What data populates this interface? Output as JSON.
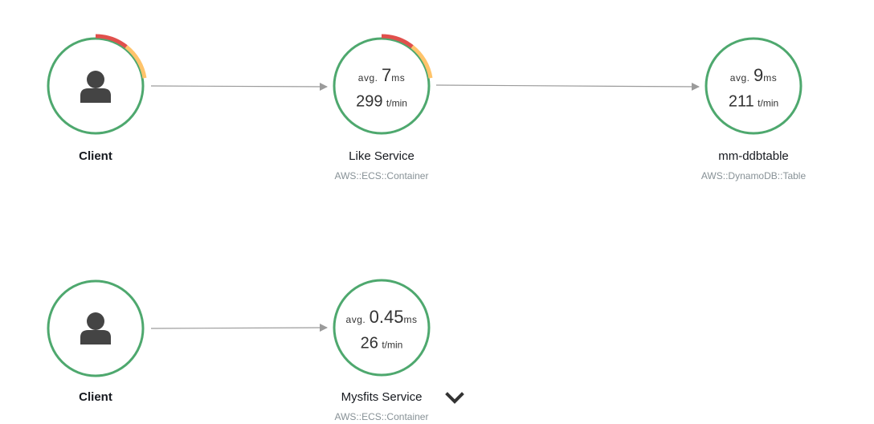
{
  "colors": {
    "ok": "#4ea86e",
    "error": "#e0504c",
    "fault": "#ffc46b",
    "edge": "#9b9b9b",
    "icon": "#444444"
  },
  "nodes": {
    "client_top": {
      "name": "Client",
      "icon": "user-icon"
    },
    "like_service": {
      "name": "Like Service",
      "type": "AWS::ECS::Container",
      "avg_prefix": "avg.",
      "avg_value": "7",
      "avg_unit": "ms",
      "tpm_value": "299",
      "tpm_unit": "t/min"
    },
    "mm_ddbtable": {
      "name": "mm-ddbtable",
      "type": "AWS::DynamoDB::Table",
      "avg_prefix": "avg.",
      "avg_value": "9",
      "avg_unit": "ms",
      "tpm_value": "211",
      "tpm_unit": "t/min"
    },
    "client_bottom": {
      "name": "Client",
      "icon": "user-icon"
    },
    "mysfits_service": {
      "name": "Mysfits Service",
      "type": "AWS::ECS::Container",
      "avg_prefix": "avg.",
      "avg_value": "0.45",
      "avg_unit": "ms",
      "tpm_value": "26",
      "tpm_unit": "t/min",
      "expand_icon": "chevron-down-icon"
    }
  }
}
